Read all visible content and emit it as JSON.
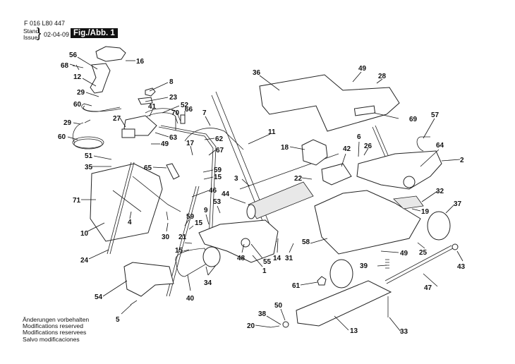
{
  "header": {
    "part_number": "F 016 L80 447",
    "stand_label": "Stand",
    "issue_label": "Issue",
    "brace": "}",
    "date": "02-04-09",
    "figure": "Fig./Abb. 1"
  },
  "notes": [
    "Änderungen vorbehalten",
    "Modifications reserved",
    "Modifications reservees",
    "Salvo modificaciones"
  ],
  "parts": [
    {
      "id": "56",
      "text": "56"
    },
    {
      "id": "16",
      "text": "16"
    },
    {
      "id": "68",
      "text": "68"
    },
    {
      "id": "12",
      "text": "12"
    },
    {
      "id": "29a",
      "text": "29"
    },
    {
      "id": "60a",
      "text": "60"
    },
    {
      "id": "8",
      "text": "8"
    },
    {
      "id": "23",
      "text": "23"
    },
    {
      "id": "41",
      "text": "41"
    },
    {
      "id": "52",
      "text": "52"
    },
    {
      "id": "27",
      "text": "27"
    },
    {
      "id": "70",
      "text": "70"
    },
    {
      "id": "66",
      "text": "66"
    },
    {
      "id": "7",
      "text": "7"
    },
    {
      "id": "29b",
      "text": "29"
    },
    {
      "id": "63",
      "text": "63"
    },
    {
      "id": "60b",
      "text": "60"
    },
    {
      "id": "49a",
      "text": "49"
    },
    {
      "id": "62",
      "text": "62"
    },
    {
      "id": "17",
      "text": "17"
    },
    {
      "id": "67",
      "text": "67"
    },
    {
      "id": "51",
      "text": "51"
    },
    {
      "id": "35",
      "text": "35"
    },
    {
      "id": "65",
      "text": "65"
    },
    {
      "id": "59a",
      "text": "59"
    },
    {
      "id": "15a",
      "text": "15"
    },
    {
      "id": "46",
      "text": "46"
    },
    {
      "id": "71",
      "text": "71"
    },
    {
      "id": "53",
      "text": "53"
    },
    {
      "id": "9",
      "text": "9"
    },
    {
      "id": "59b",
      "text": "59"
    },
    {
      "id": "15b",
      "text": "15"
    },
    {
      "id": "4",
      "text": "4"
    },
    {
      "id": "10",
      "text": "10"
    },
    {
      "id": "30",
      "text": "30"
    },
    {
      "id": "21",
      "text": "21"
    },
    {
      "id": "15c",
      "text": "15"
    },
    {
      "id": "24",
      "text": "24"
    },
    {
      "id": "54",
      "text": "54"
    },
    {
      "id": "34",
      "text": "34"
    },
    {
      "id": "40",
      "text": "40"
    },
    {
      "id": "5",
      "text": "5"
    },
    {
      "id": "48",
      "text": "48"
    },
    {
      "id": "55",
      "text": "55"
    },
    {
      "id": "1",
      "text": "1"
    },
    {
      "id": "14",
      "text": "14"
    },
    {
      "id": "31",
      "text": "31"
    },
    {
      "id": "3",
      "text": "3"
    },
    {
      "id": "44",
      "text": "44"
    },
    {
      "id": "36",
      "text": "36"
    },
    {
      "id": "49b",
      "text": "49"
    },
    {
      "id": "28",
      "text": "28"
    },
    {
      "id": "69",
      "text": "69"
    },
    {
      "id": "11",
      "text": "11"
    },
    {
      "id": "18",
      "text": "18"
    },
    {
      "id": "42",
      "text": "42"
    },
    {
      "id": "6",
      "text": "6"
    },
    {
      "id": "26",
      "text": "26"
    },
    {
      "id": "22",
      "text": "22"
    },
    {
      "id": "57",
      "text": "57"
    },
    {
      "id": "64",
      "text": "64"
    },
    {
      "id": "2",
      "text": "2"
    },
    {
      "id": "32",
      "text": "32"
    },
    {
      "id": "19",
      "text": "19"
    },
    {
      "id": "37",
      "text": "37"
    },
    {
      "id": "58",
      "text": "58"
    },
    {
      "id": "49c",
      "text": "49"
    },
    {
      "id": "25",
      "text": "25"
    },
    {
      "id": "43",
      "text": "43"
    },
    {
      "id": "39",
      "text": "39"
    },
    {
      "id": "61",
      "text": "61"
    },
    {
      "id": "47",
      "text": "47"
    },
    {
      "id": "50",
      "text": "50"
    },
    {
      "id": "38",
      "text": "38"
    },
    {
      "id": "20",
      "text": "20"
    },
    {
      "id": "13",
      "text": "13"
    },
    {
      "id": "33",
      "text": "33"
    }
  ]
}
